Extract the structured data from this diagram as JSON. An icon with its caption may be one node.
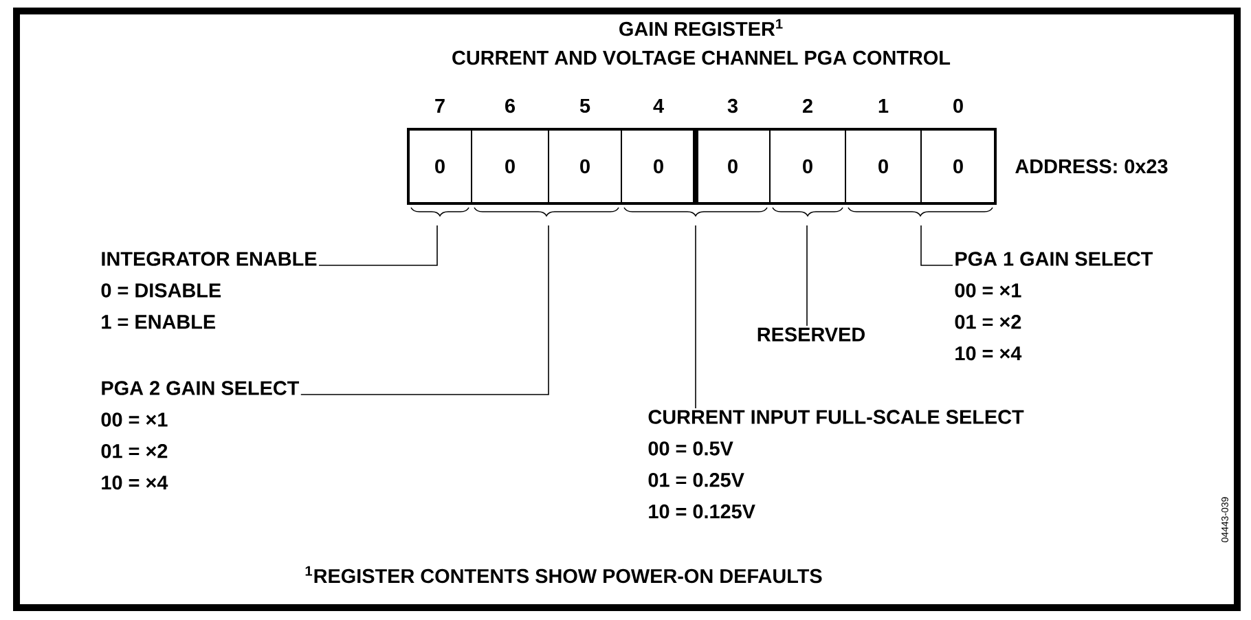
{
  "diagram": {
    "title": "GAIN REGISTER$^{1}$",
    "caption": "$^{1}$REGISTER CONTENTS SHOW POWER-ON DEFAULTS",
    "nodes": [
      {
        "text": [],
        "shape": "box"
      },
      {
        "text": [
          "0"
        ],
        "in": 0,
        "beside": [
          "7"
        ]
      },
      {
        "text": [
          "0"
        ],
        "in": 0,
        "beside": [
          "6"
        ]
      },
      {
        "text": [
          "0"
        ],
        "in": 0,
        "beside": [
          "5"
        ]
      },
      {
        "text": [
          "0"
        ],
        "in": 0,
        "beside": [
          "4"
        ]
      },
      {
        "text": [
          "0"
        ],
        "in": 0,
        "beside": [
          "3"
        ]
      },
      {
        "text": [
          "0"
        ],
        "in": 0,
        "beside": [
          "2"
        ]
      },
      {
        "text": [
          "0"
        ],
        "in": 0,
        "beside": [
          "1"
        ]
      },
      {
        "text": [
          "0"
        ],
        "in": 0,
        "beside": [
          "0"
        ]
      },
      {
        "text": [
          "INTEGRATOR ENABLE",
          "0 = DISABLE",
          "1 = ENABLE"
        ]
      },
      {
        "text": [
          "PGA 1 GAIN SELECT",
          "00 = ×1",
          "01 = ×2",
          "10 = ×4"
        ]
      },
      {
        "text": [
          "RESERVED"
        ]
      },
      {
        "text": [
          "PGA 2 GAIN SELECT",
          "00 = ×1",
          "01 = ×2",
          "10 = ×4"
        ]
      },
      {
        "text": [
          "CURRENT INPUT FULL-SCALE SELECT",
          "00 = 0.5V",
          "01 = 0.25V",
          "10 = 0.125V"
        ]
      }
    ],
    "edges": [
      {
        "from": 9,
        "to": null,
        "arrow": "none"
      },
      {
        "from": 10,
        "to": null,
        "arrow": "none"
      },
      {
        "from": 11,
        "to": null,
        "arrow": "none"
      },
      {
        "from": 12,
        "to": null,
        "arrow": "none"
      },
      {
        "from": 13,
        "to": null,
        "arrow": "none"
      }
    ],
    "labels": [
      "CURRENT AND VOLTAGE CHANNEL PGA CONTROL",
      "ADDRESS: 0x23",
      "04443-039"
    ]
  }
}
